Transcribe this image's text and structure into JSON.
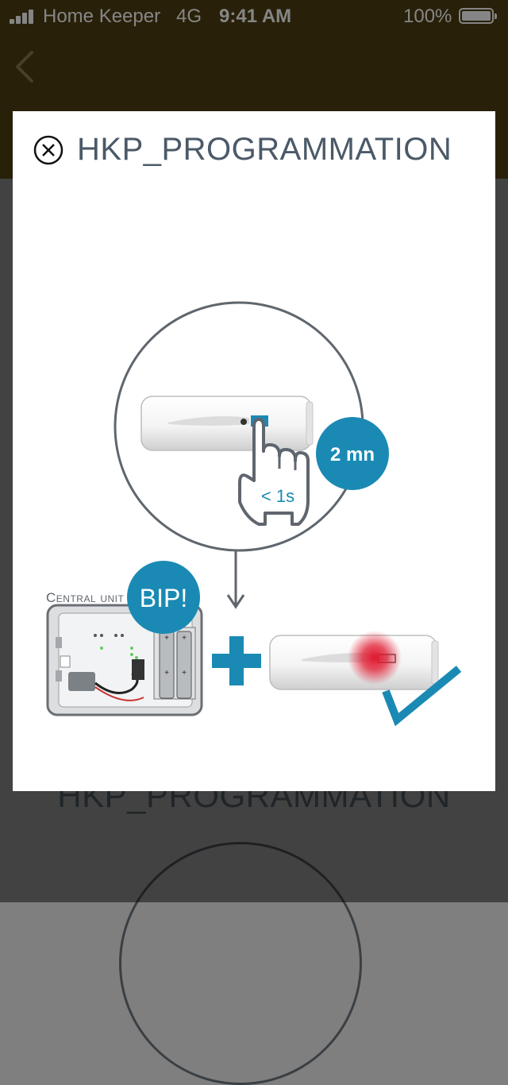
{
  "status_bar": {
    "carrier": "Home Keeper",
    "network": "4G",
    "time": "9:41 AM",
    "battery_percent": "100%"
  },
  "header": {
    "back_icon": "chevron-left-icon"
  },
  "background": {
    "title": "HKP_PROGRAMMATION"
  },
  "modal": {
    "title": "HKP_PROGRAMMATION",
    "close_icon": "circle-x-icon",
    "illustration": {
      "press_label": "< 1s",
      "timer_badge": "2 mn",
      "beep_badge": "BIP!",
      "central_unit_label": "Central unit",
      "accent_color": "#1a8ab4",
      "led_color": "#e0192e"
    }
  }
}
